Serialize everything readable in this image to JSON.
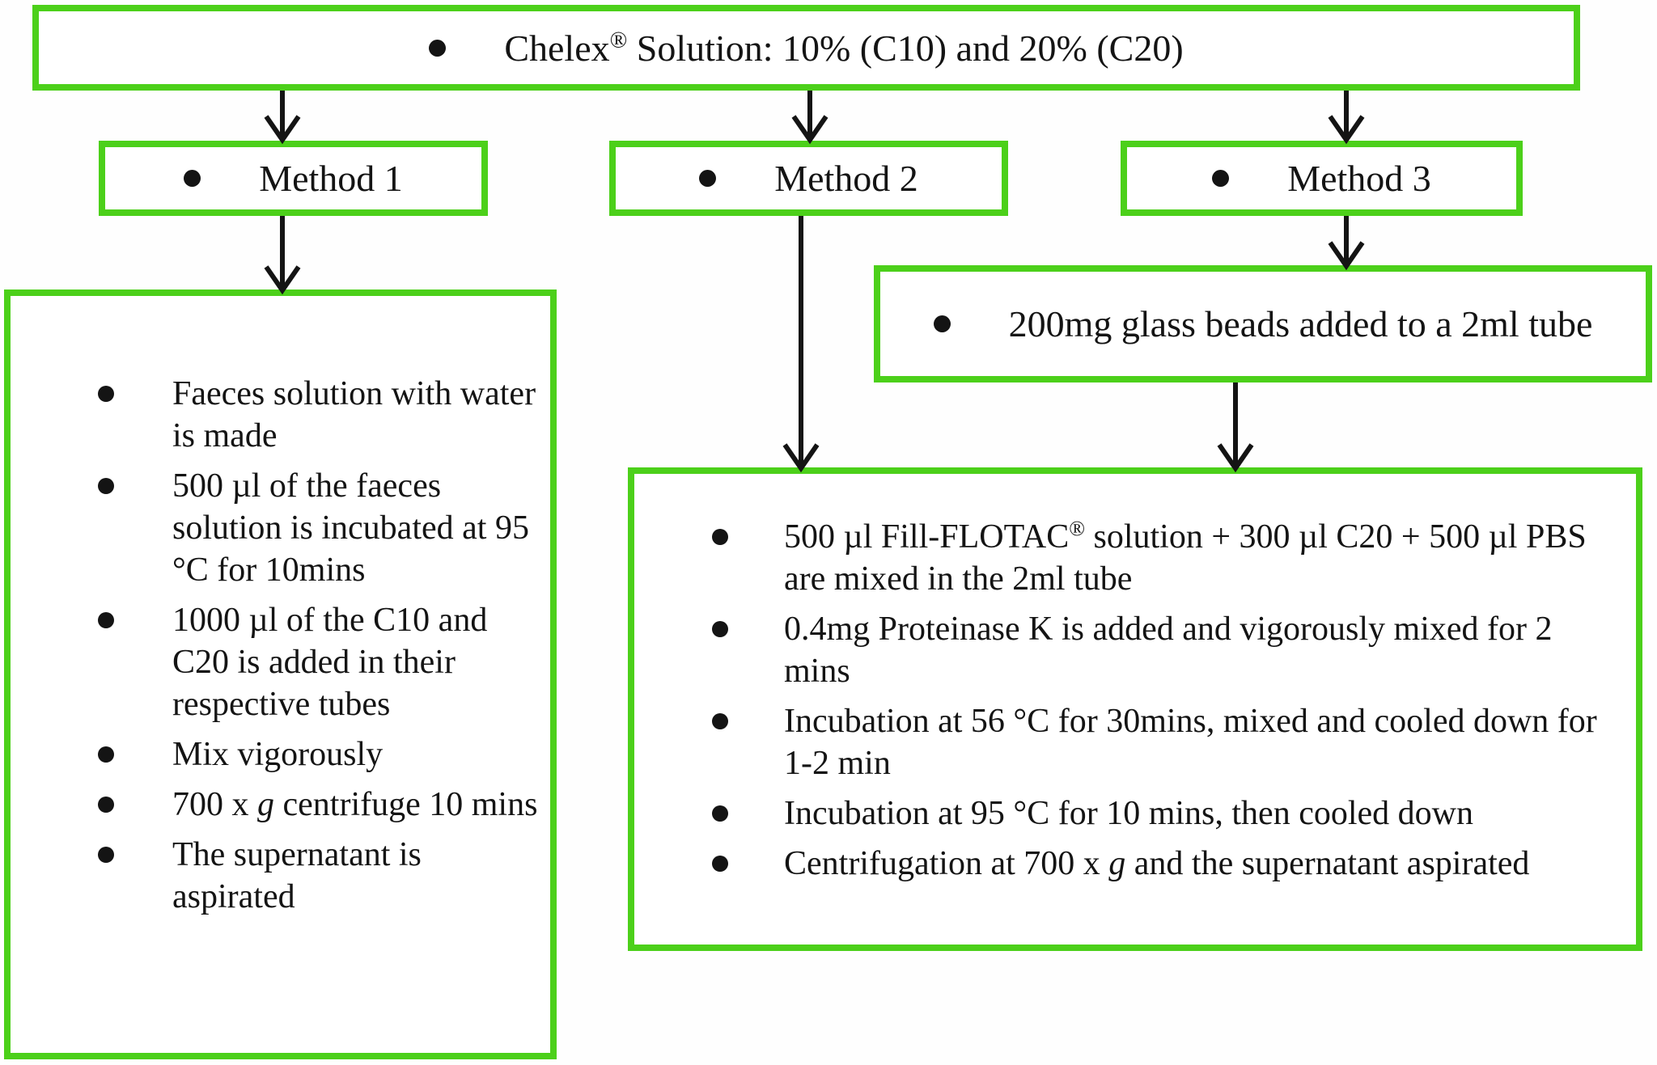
{
  "colors": {
    "accent_green": "#4cd01a",
    "text": "#141414"
  },
  "boxes": {
    "chelex": {
      "title": [
        {
          "text": "Chelex"
        },
        {
          "text": "®",
          "sup": true
        },
        {
          "text": "  Solution: 10% (C10) and 20% (C20)"
        }
      ]
    },
    "method1": {
      "label": "Method 1"
    },
    "method2": {
      "label": "Method 2"
    },
    "method3": {
      "label": "Method 3"
    },
    "glass_beads": {
      "text": "200mg glass beads added to a 2ml tube"
    },
    "method1_steps": {
      "items": [
        [
          {
            "text": "Faeces solution with water is made"
          }
        ],
        [
          {
            "text": "500 µl of the faeces solution is incubated at 95 °C for 10mins"
          }
        ],
        [
          {
            "text": "1000 µl of the C10 and C20 is added in their respective tubes"
          }
        ],
        [
          {
            "text": "Mix vigorously"
          }
        ],
        [
          {
            "text": "700 x "
          },
          {
            "text": "g",
            "em": true
          },
          {
            "text": " centrifuge 10 mins"
          }
        ],
        [
          {
            "text": "The supernatant is aspirated"
          }
        ]
      ]
    },
    "combined_steps": {
      "items": [
        [
          {
            "text": "500 µl Fill-FLOTAC"
          },
          {
            "text": "®",
            "sup": true
          },
          {
            "text": " solution + 300 µl C20 + 500 µl PBS are mixed in the 2ml tube"
          }
        ],
        [
          {
            "text": "0.4mg Proteinase K is added and vigorously mixed for 2 mins"
          }
        ],
        [
          {
            "text": "Incubation at 56 °C for 30mins, mixed and cooled down for 1-2 min"
          }
        ],
        [
          {
            "text": "Incubation at 95 °C for 10 mins, then cooled down"
          }
        ],
        [
          {
            "text": "Centrifugation at 700 x "
          },
          {
            "text": "g",
            "em": true
          },
          {
            "text": " and the supernatant aspirated"
          }
        ]
      ]
    }
  }
}
